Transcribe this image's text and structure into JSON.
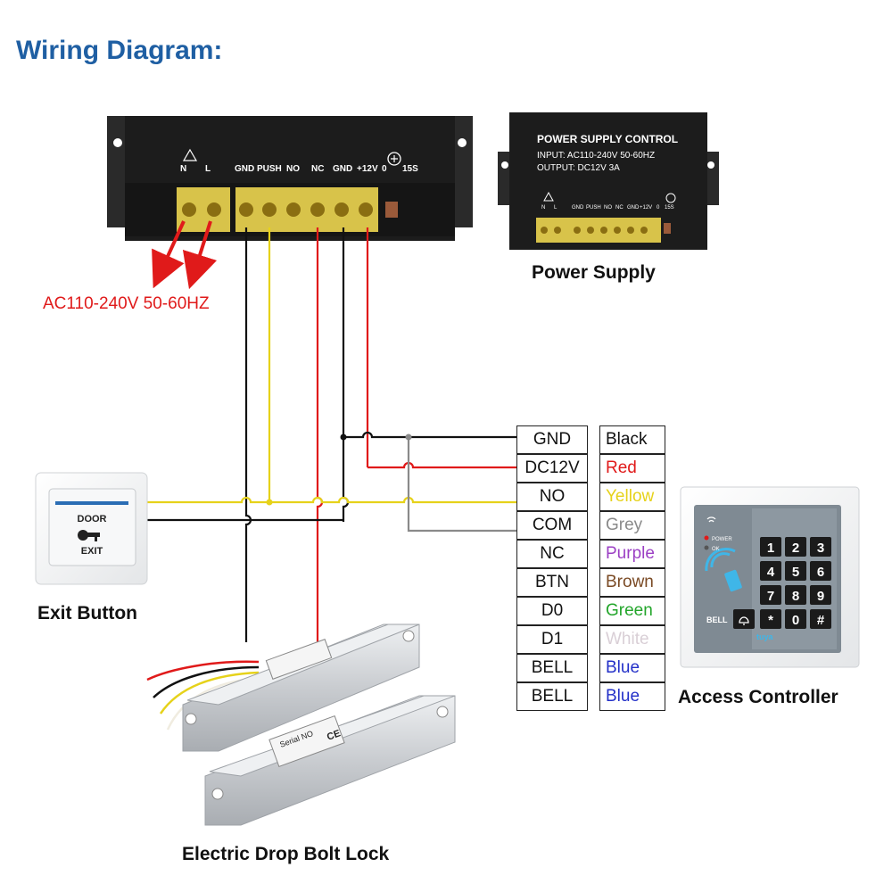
{
  "title": "Wiring Diagram:",
  "ac_input_label": "AC110-240V 50-60HZ",
  "power_supply": {
    "label": "Power Supply",
    "terminals": [
      "N",
      "L",
      "GND",
      "PUSH",
      "NO",
      "NC",
      "GND",
      "+12V",
      "0",
      "15S"
    ],
    "small_title": "POWER SUPPLY CONTROL",
    "small_input": "INPUT: AC110-240V 50-60HZ",
    "small_output": "OUTPUT: DC12V 3A"
  },
  "exit_button": {
    "label": "Exit Button",
    "top_text": "DOOR",
    "bottom_text": "EXIT"
  },
  "lock": {
    "label": "Electric Drop Bolt Lock",
    "serial_text": "Serial NO",
    "ce_text": "CE"
  },
  "access_controller": {
    "label": "Access Controller",
    "keys": [
      "1",
      "2",
      "3",
      "4",
      "5",
      "6",
      "7",
      "8",
      "9",
      "*",
      "0",
      "#"
    ],
    "bell_text": "BELL",
    "power_led": "POWER",
    "ok_led": "OK",
    "brand": "tuya"
  },
  "wire_table": [
    {
      "signal": "GND",
      "color_name": "Black",
      "color": "#111111"
    },
    {
      "signal": "DC12V",
      "color_name": "Red",
      "color": "#e01a1a"
    },
    {
      "signal": "NO",
      "color_name": "Yellow",
      "color": "#e6d21a"
    },
    {
      "signal": "COM",
      "color_name": "Grey",
      "color": "#8a8a8a"
    },
    {
      "signal": "NC",
      "color_name": "Purple",
      "color": "#9b3fc4"
    },
    {
      "signal": "BTN",
      "color_name": "Brown",
      "color": "#7a4a24"
    },
    {
      "signal": "D0",
      "color_name": "Green",
      "color": "#22a52a"
    },
    {
      "signal": "D1",
      "color_name": "White",
      "color": "#d9cfd6"
    },
    {
      "signal": "BELL",
      "color_name": "Blue",
      "color": "#2330c8"
    },
    {
      "signal": "BELL",
      "color_name": "Blue",
      "color": "#2330c8"
    }
  ],
  "colors": {
    "title_blue": "#1f5fa3",
    "wire_black": "#111111",
    "wire_red": "#e01a1a",
    "wire_yellow": "#e6d21a",
    "wire_grey": "#8a8a8a"
  }
}
